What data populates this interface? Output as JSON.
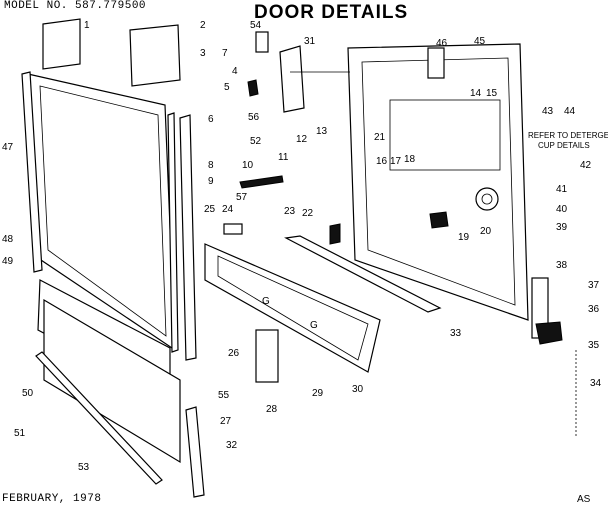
{
  "header": {
    "model": "MODEL NO. 587.779500",
    "title": "DOOR DETAILS"
  },
  "footer": {
    "date": "FEBRUARY, 1978",
    "code": "AS"
  },
  "note": {
    "line1": "REFER TO DETERGENT",
    "line2": "CUP DETAILS"
  },
  "callouts": [
    "1",
    "2",
    "3",
    "4",
    "5",
    "6",
    "7",
    "8",
    "9",
    "10",
    "11",
    "12",
    "13",
    "14",
    "15",
    "16",
    "17",
    "18",
    "19",
    "20",
    "21",
    "22",
    "23",
    "24",
    "25",
    "26",
    "27",
    "28",
    "29",
    "30",
    "31",
    "32",
    "33",
    "34",
    "35",
    "36",
    "37",
    "38",
    "39",
    "40",
    "41",
    "42",
    "43",
    "44",
    "45",
    "46",
    "47",
    "48",
    "49",
    "50",
    "51",
    "52",
    "53",
    "54",
    "55",
    "56",
    "57",
    "G",
    "G"
  ]
}
